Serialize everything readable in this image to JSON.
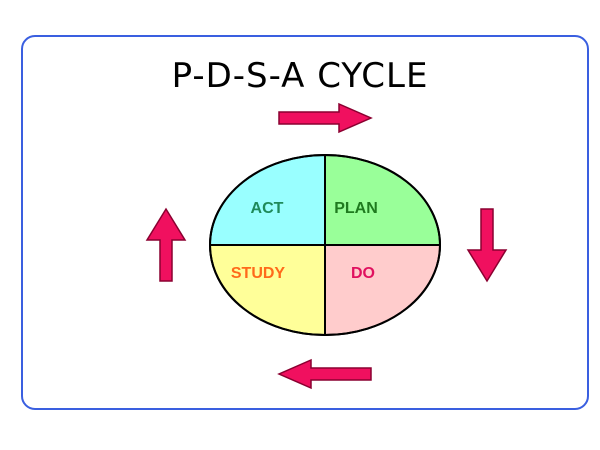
{
  "title": "P-D-S-A CYCLE",
  "quadrants": [
    {
      "label": "PLAN",
      "fill": "#99ff99",
      "text_color": "#1f7a1f"
    },
    {
      "label": "DO",
      "fill": "#ffcccc",
      "text_color": "#e0115f"
    },
    {
      "label": "STUDY",
      "fill": "#ffff99",
      "text_color": "#ff6a1a"
    },
    {
      "label": "ACT",
      "fill": "#99ffff",
      "text_color": "#1f8a5a"
    }
  ],
  "arrows": [
    {
      "name": "arrow-right-icon",
      "direction": "right"
    },
    {
      "name": "arrow-down-icon",
      "direction": "down"
    },
    {
      "name": "arrow-left-icon",
      "direction": "left"
    },
    {
      "name": "arrow-up-icon",
      "direction": "up"
    }
  ],
  "colors": {
    "frame_border": "#3a5fe0",
    "arrow_fill": "#f0105f",
    "arrow_stroke": "#8a0030",
    "outline": "#000000"
  }
}
